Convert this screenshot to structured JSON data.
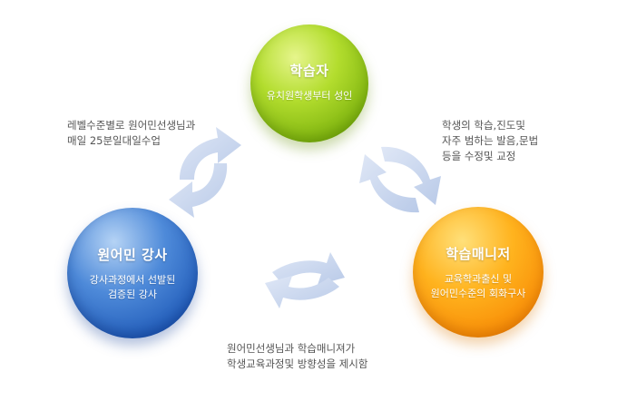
{
  "nodes": {
    "learner": {
      "title": "학습자",
      "sub": "유치원학생부터 성인"
    },
    "teacher": {
      "title": "원어민 강사",
      "sub_lines": [
        "강사과정에서 선발된",
        "검증된 강사"
      ]
    },
    "manager": {
      "title": "학습매니저",
      "sub_lines": [
        "교육학과출신 및",
        "원어민수준의 회화구사"
      ]
    }
  },
  "captions": {
    "left": [
      "레벨수준별로 원어민선생님과",
      "매일 25분일대일수업"
    ],
    "right": [
      "학생의 학습,진도및",
      "자주 범하는 발음,문법",
      "등을 수정및 교정"
    ],
    "bottom": [
      "원어민선생님과 학습매니져가",
      "학생교육과정및 방향성을 제시함"
    ]
  },
  "colors": {
    "learner": "#8cc31c",
    "teacher": "#2b63c1",
    "manager": "#fb9a0c",
    "arrow": "#c7d5ee"
  },
  "icons": [
    "cycle-arrows-icon"
  ]
}
